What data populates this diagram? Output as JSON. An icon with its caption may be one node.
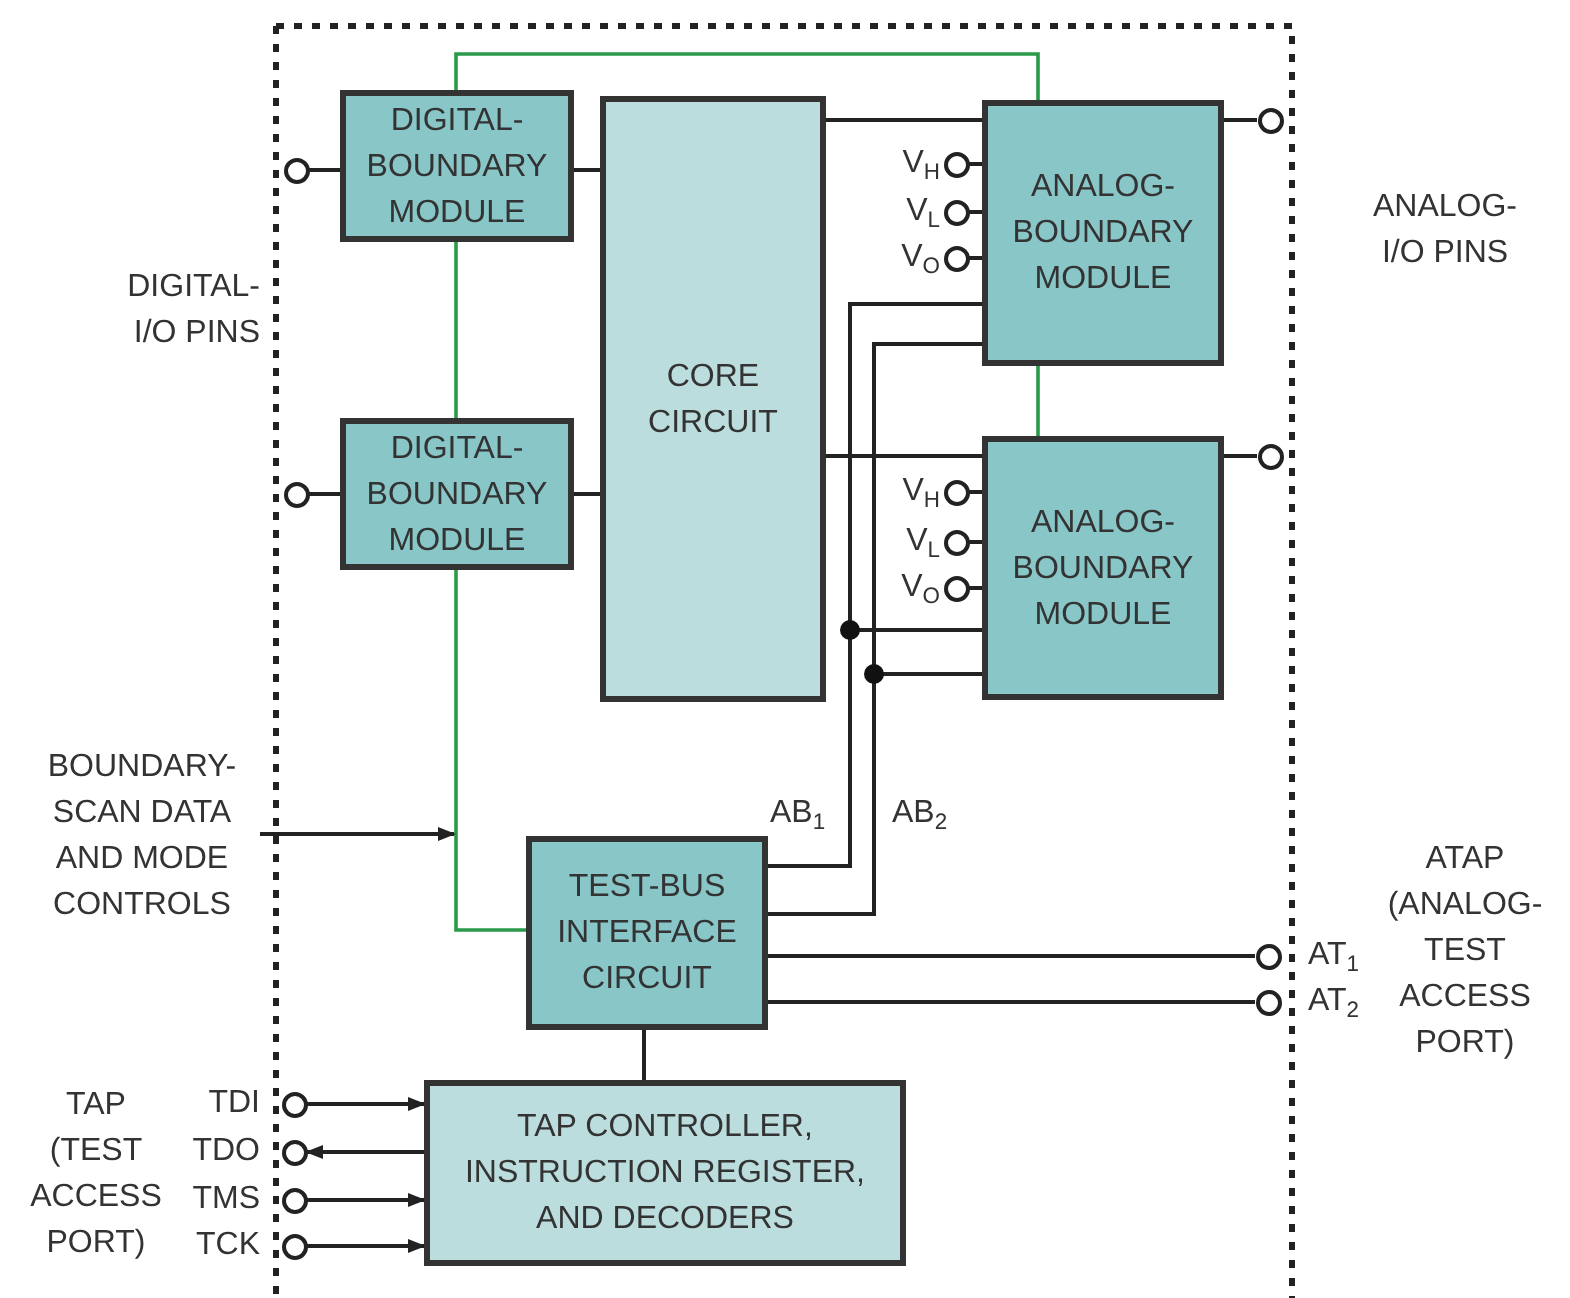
{
  "diagram": {
    "nodes": [
      {
        "text": [
          "DIGITAL- BOUNDARY MODULE"
        ]
      },
      {
        "text": [
          "DIGITAL- BOUNDARY MODULE"
        ]
      },
      {
        "text": [
          "CORE CIRCUIT"
        ]
      },
      {
        "text": [
          "ANALOG- BOUNDARY MODULE"
        ]
      },
      {
        "text": [
          "ANALOG- BOUNDARY MODULE"
        ]
      },
      {
        "text": [
          "TEST-BUS INTERFACE CIRCUIT"
        ]
      },
      {
        "text": [
          "TAP CONTROLLER, INSTRUCTION REGISTER, AND DECODERS"
        ]
      },
      {
        "text": [],
        "shape": "circle"
      },
      {
        "text": [],
        "shape": "circle"
      },
      {
        "text": [],
        "shape": "circle",
        "beside": [
          "V$_{H}$"
        ]
      },
      {
        "text": [],
        "shape": "circle",
        "beside": [
          "V$_{L}$"
        ]
      },
      {
        "text": [],
        "shape": "circle",
        "beside": [
          "V$_{O}$"
        ]
      },
      {
        "text": [],
        "shape": "circle"
      },
      {
        "text": [],
        "shape": "circle",
        "beside": [
          "V$_{H}$"
        ]
      },
      {
        "text": [],
        "shape": "circle",
        "beside": [
          "V$_{L}$"
        ]
      },
      {
        "text": [],
        "shape": "circle",
        "beside": [
          "V$_{O}$"
        ]
      },
      {
        "text": [],
        "shape": "circle"
      },
      {
        "text": [],
        "shape": "circle",
        "beside": [
          "AT$_{1}$"
        ]
      },
      {
        "text": [],
        "shape": "circle",
        "beside": [
          "AT$_{2}$"
        ]
      },
      {
        "text": [],
        "shape": "circle",
        "beside": [
          "TDI"
        ]
      },
      {
        "text": [],
        "shape": "circle",
        "beside": [
          "TDO"
        ]
      },
      {
        "text": [],
        "shape": "circle",
        "beside": [
          "TMS"
        ]
      },
      {
        "text": [],
        "shape": "circle",
        "beside": [
          "TCK"
        ]
      },
      {
        "text": [
          "BOUNDARY- SCAN DATA AND MODE CONTROLS"
        ]
      }
    ],
    "edges": [
      {
        "from": 7,
        "to": 0,
        "arrow": "none"
      },
      {
        "from": 0,
        "to": 2,
        "arrow": "none"
      },
      {
        "from": 8,
        "to": 1,
        "arrow": "none"
      },
      {
        "from": 1,
        "to": 2,
        "arrow": "none"
      },
      {
        "from": 0,
        "to": 3,
        "arrow": "none",
        "color": "#2a9a4a"
      },
      {
        "from": 0,
        "to": 1,
        "arrow": "none",
        "color": "#2a9a4a"
      },
      {
        "from": 1,
        "to": 5,
        "arrow": "none",
        "color": "#2a9a4a"
      },
      {
        "from": 3,
        "to": 4,
        "arrow": "none",
        "color": "#2a9a4a"
      },
      {
        "from": 2,
        "to": 3,
        "arrow": "none"
      },
      {
        "from": 2,
        "to": 4,
        "arrow": "none"
      },
      {
        "from": 9,
        "to": 3,
        "arrow": "none"
      },
      {
        "from": 10,
        "to": 3,
        "arrow": "none"
      },
      {
        "from": 11,
        "to": 3,
        "arrow": "none"
      },
      {
        "from": 3,
        "to": 12,
        "arrow": "none"
      },
      {
        "from": 13,
        "to": 4,
        "arrow": "none"
      },
      {
        "from": 14,
        "to": 4,
        "arrow": "none"
      },
      {
        "from": 15,
        "to": 4,
        "arrow": "none"
      },
      {
        "from": 4,
        "to": 16,
        "arrow": "none"
      },
      {
        "from": 5,
        "to": 3,
        "arrow": "none"
      },
      {
        "from": 5,
        "to": 4,
        "arrow": "none"
      },
      {
        "from": 5,
        "to": 3,
        "arrow": "none"
      },
      {
        "from": 5,
        "to": 4,
        "arrow": "none"
      },
      {
        "from": 5,
        "to": 17,
        "arrow": "none"
      },
      {
        "from": 5,
        "to": 18,
        "arrow": "none"
      },
      {
        "from": 5,
        "to": 6,
        "arrow": "none"
      },
      {
        "from": 19,
        "to": 6,
        "arrow": "to"
      },
      {
        "from": 6,
        "to": 20,
        "arrow": "to"
      },
      {
        "from": 21,
        "to": 6,
        "arrow": "to"
      },
      {
        "from": 22,
        "to": 6,
        "arrow": "to"
      },
      {
        "from": 23,
        "to": null,
        "arrow": "to"
      }
    ],
    "labels": [
      "DIGITAL- I/O PINS",
      "ANALOG- I/O PINS",
      "AB$_{1}$",
      "AB$_{2}$",
      "ATAP (ANALOG- TEST ACCESS PORT)",
      "TAP (TEST ACCESS PORT)"
    ]
  }
}
